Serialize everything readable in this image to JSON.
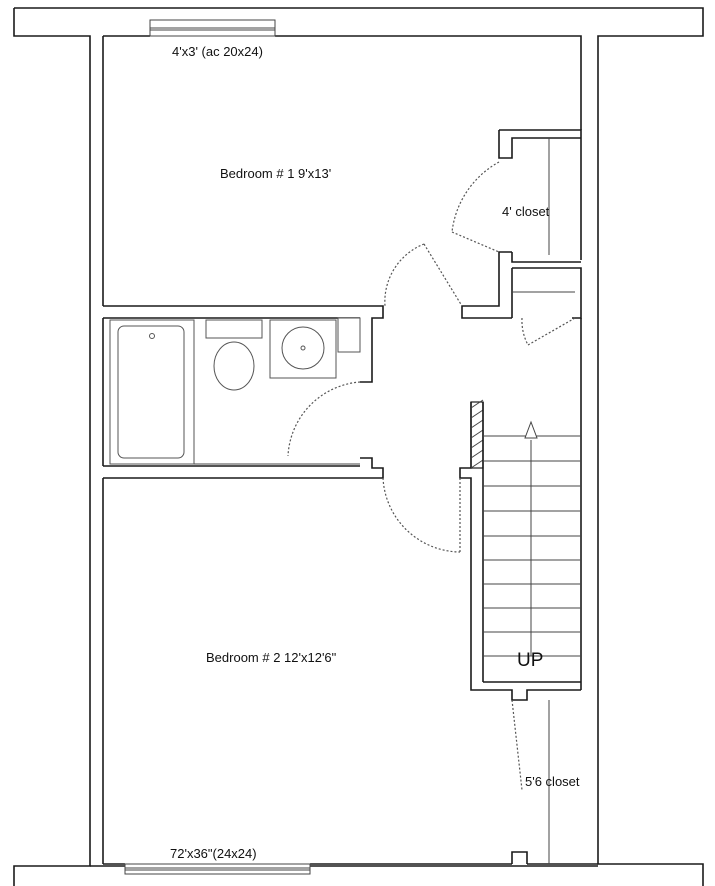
{
  "labels": {
    "window_top": "4'x3' (ac 20x24)",
    "bedroom1": "Bedroom # 1  9'x13'",
    "closet1": "4' closet",
    "bedroom2": "Bedroom # 2  12'x12'6\"",
    "stairs": "UP",
    "closet2": "5'6 closet",
    "window_bottom": "72'x36\"(24x24)"
  },
  "colors": {
    "wall": "#1a1a1a",
    "background": "#ffffff"
  },
  "stairs": {
    "direction": "up",
    "arrow": "up-arrow-icon"
  }
}
